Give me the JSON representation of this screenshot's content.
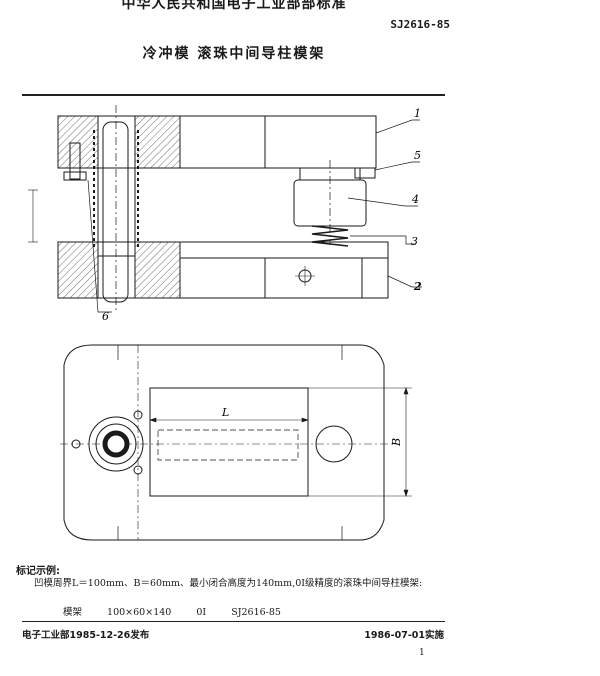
{
  "header": {
    "issuer": "中华人民共和国电子工业部部标准",
    "code": "SJ2616-85",
    "title": "冷冲模  滚珠中间导柱模架"
  },
  "drawing": {
    "part_labels": [
      "1",
      "5",
      "4",
      "3",
      "2",
      "6"
    ],
    "dim_L": "L",
    "dim_B": "B"
  },
  "marking": {
    "heading": "标记示例:",
    "description": "凹模周界L＝100mm、B＝60mm、最小闭合高度为140mm,0Ⅰ级精度的滚珠中间导柱模架:",
    "example": {
      "name": "模架",
      "size": "100×60×140",
      "grade": "0Ⅰ",
      "standard": "SJ2616-85"
    }
  },
  "footer": {
    "issued": "电子工业部1985-12-26发布",
    "effective": "1986-07-01实施",
    "page": "1"
  },
  "colors": {
    "ink": "#1a1a1a",
    "paper": "#ffffff"
  }
}
